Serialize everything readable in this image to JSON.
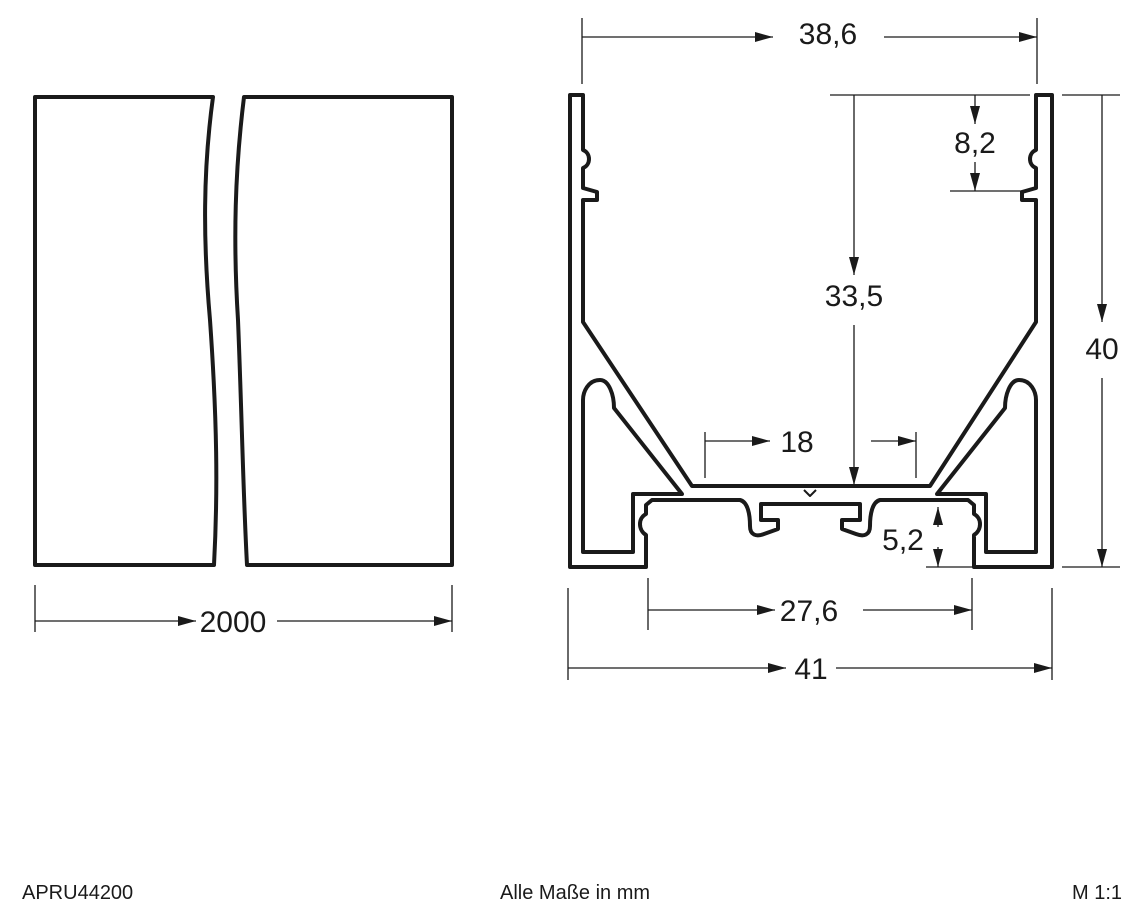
{
  "dimensions": {
    "length": "2000",
    "top_width": "38,6",
    "total_width": "41",
    "height": "40",
    "inner_height": "33,5",
    "clip_depth": "8,2",
    "bottom_channel_width": "18",
    "foot_span": "27,6",
    "foot_height": "5,2"
  },
  "footer": {
    "article_number": "APRU44200",
    "units_note": "Alle Maße in mm",
    "scale": "M 1:1"
  }
}
